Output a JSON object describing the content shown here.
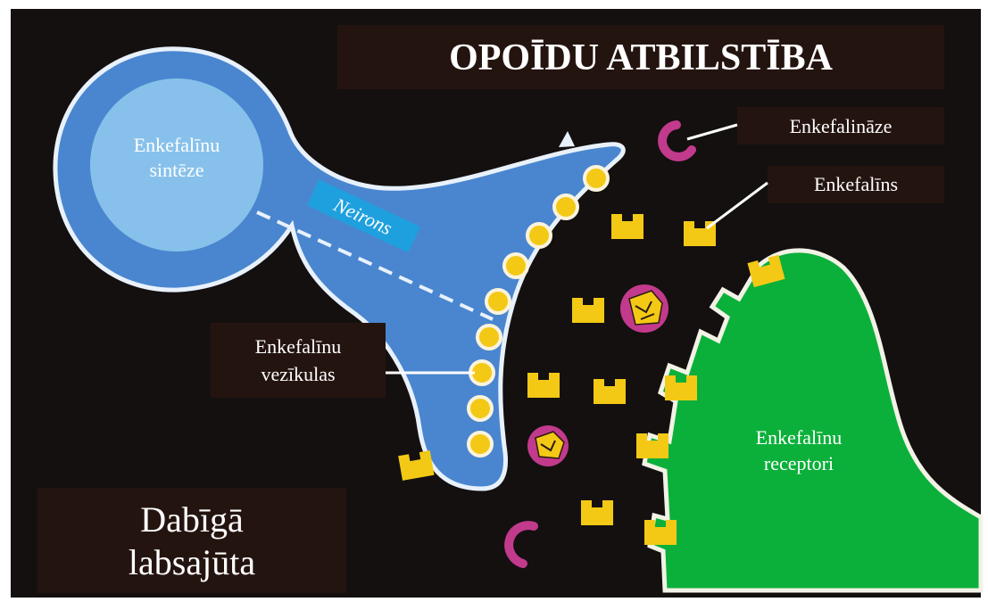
{
  "title": "OPOĪDU ATBILSTĪBA",
  "labels": {
    "synthesis_line1": "Enkefalīnu",
    "synthesis_line2": "sintēze",
    "neuron": "Neirons",
    "vesicles_line1": "Enkefalīnu",
    "vesicles_line2": "vezīkulas",
    "enzyme": "Enkefalināze",
    "enkephalin": "Enkefalīns",
    "receptors_line1": "Enkefalīnu",
    "receptors_line2": "receptori",
    "caption_line1": "Dabīgā",
    "caption_line2": "labsajūta"
  },
  "colors": {
    "background": "#141010",
    "neuron_body": "#4a86cf",
    "nucleus": "#87c1eb",
    "receptor_cell": "#0bb03a",
    "molecule": "#f3c915",
    "enzyme": "#c23a8c",
    "label_box": "#24140f",
    "neuron_tag": "#1fa0de"
  }
}
